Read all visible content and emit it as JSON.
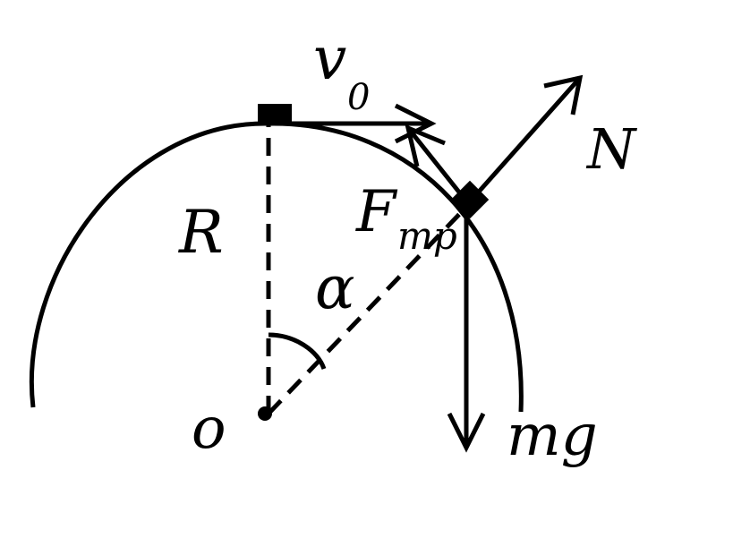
{
  "labels": {
    "velocity": "v",
    "velocity_sub": "0",
    "normal_force": "N",
    "radius": "R",
    "friction": "F",
    "friction_sub": "mp",
    "angle": "α",
    "origin": "o",
    "gravity": "mg"
  },
  "colors": {
    "ink": "#000000",
    "background": "#ffffff"
  }
}
